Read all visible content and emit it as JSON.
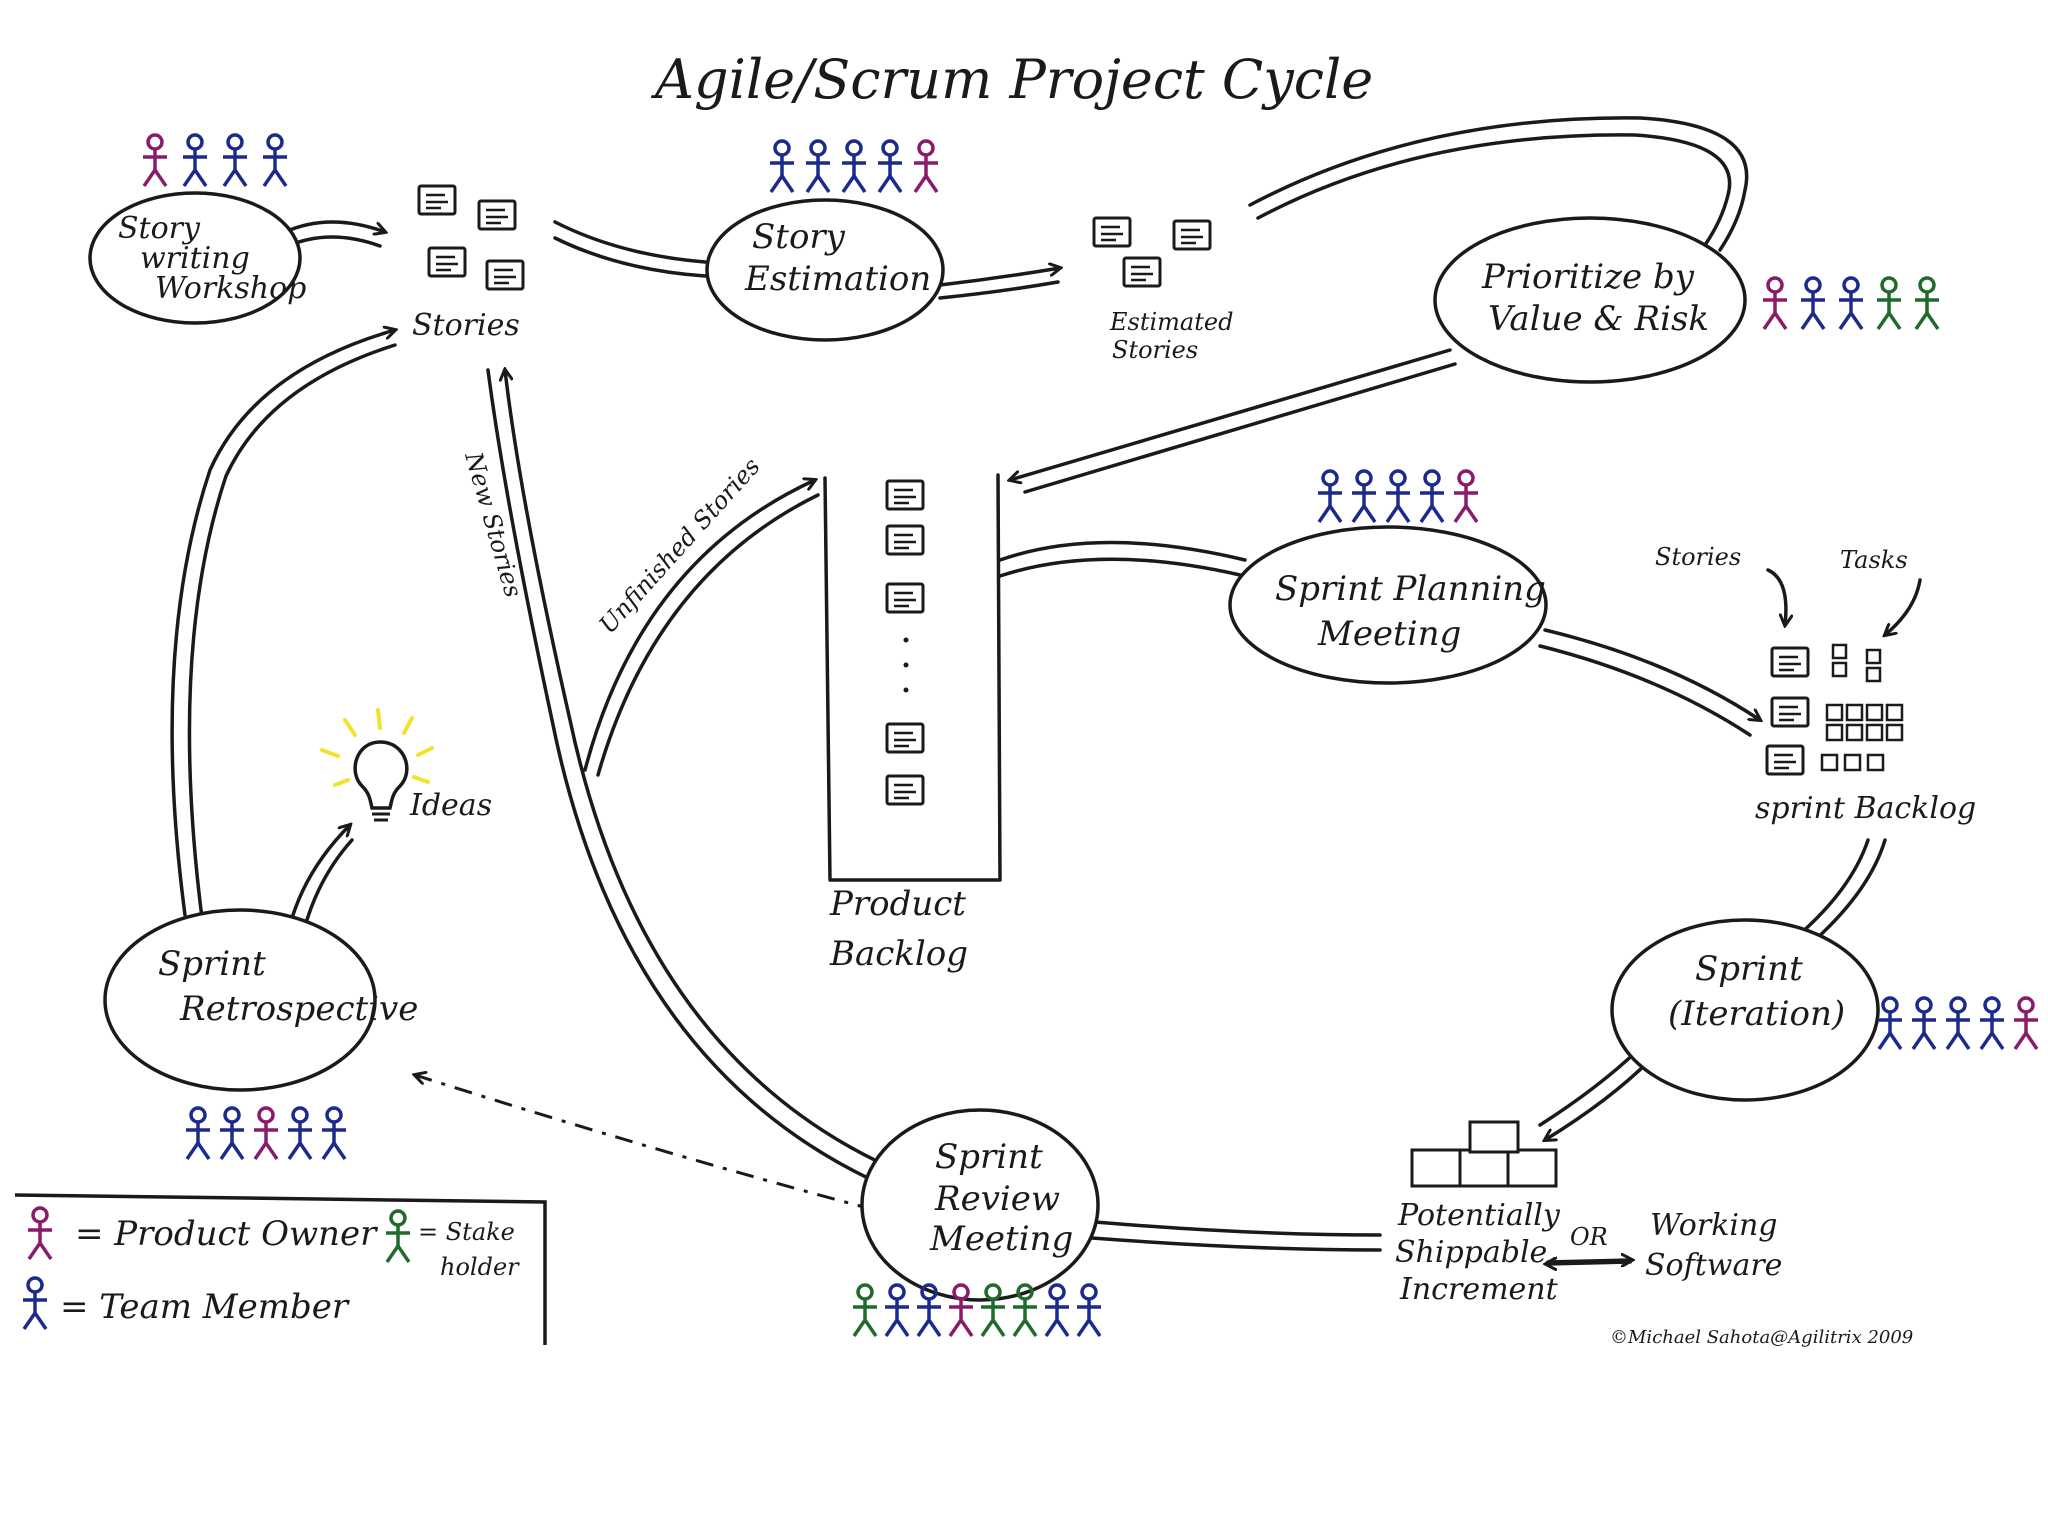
{
  "title": "Agile/Scrum  Project Cycle",
  "colors": {
    "ink": "#1a1a1a",
    "product_owner": "#8a1a6a",
    "team_member": "#1c2a8c",
    "stakeholder": "#1f6b2a",
    "bulb": "#f1e22c"
  },
  "nodes": {
    "story_writing_workshop": [
      "Story",
      "writing",
      "Workshop"
    ],
    "stories": "Stories",
    "story_estimation": [
      "Story",
      "Estimation"
    ],
    "estimated_stories": [
      "Estimated",
      "Stories"
    ],
    "prioritize": [
      "Prioritize  by",
      "Value & Risk"
    ],
    "product_backlog": [
      "Product",
      "Backlog"
    ],
    "sprint_planning_meeting": [
      "Sprint Planning",
      "Meeting"
    ],
    "sprint_backlog": "sprint Backlog",
    "sprint_backlog_stories": "Stories",
    "sprint_backlog_tasks": "Tasks",
    "sprint_iteration": [
      "Sprint",
      "(Iteration)"
    ],
    "potentially_shippable_increment": [
      "Potentially",
      "Shippable",
      "Increment"
    ],
    "or": "OR",
    "working_software": [
      "Working",
      "Software"
    ],
    "sprint_review_meeting": [
      "Sprint",
      "Review",
      "Meeting"
    ],
    "sprint_retrospective": [
      "Sprint",
      "Retrospective"
    ],
    "ideas": "Ideas"
  },
  "arrow_labels": {
    "new_stories": "New Stories",
    "unfinished_stories": "Unfinished Stories"
  },
  "roles": {
    "story_writing_workshop": [
      "product_owner",
      "team_member",
      "team_member",
      "team_member"
    ],
    "story_estimation": [
      "team_member",
      "team_member",
      "team_member",
      "team_member",
      "product_owner"
    ],
    "prioritize": [
      "product_owner",
      "team_member",
      "team_member",
      "stakeholder",
      "stakeholder"
    ],
    "sprint_planning": [
      "team_member",
      "team_member",
      "team_member",
      "team_member",
      "product_owner"
    ],
    "sprint_iteration": [
      "team_member",
      "team_member",
      "team_member",
      "team_member",
      "product_owner"
    ],
    "sprint_retrospective": [
      "team_member",
      "team_member",
      "product_owner",
      "team_member",
      "team_member"
    ],
    "sprint_review": [
      "stakeholder",
      "team_member",
      "team_member",
      "product_owner",
      "stakeholder",
      "stakeholder",
      "team_member",
      "team_member"
    ]
  },
  "legend": {
    "product_owner": "= Product Owner",
    "team_member": "= Team Member",
    "stakeholder": [
      "= Stake",
      "holder"
    ]
  },
  "credit": "©Michael Sahota@Agilitrix  2009"
}
